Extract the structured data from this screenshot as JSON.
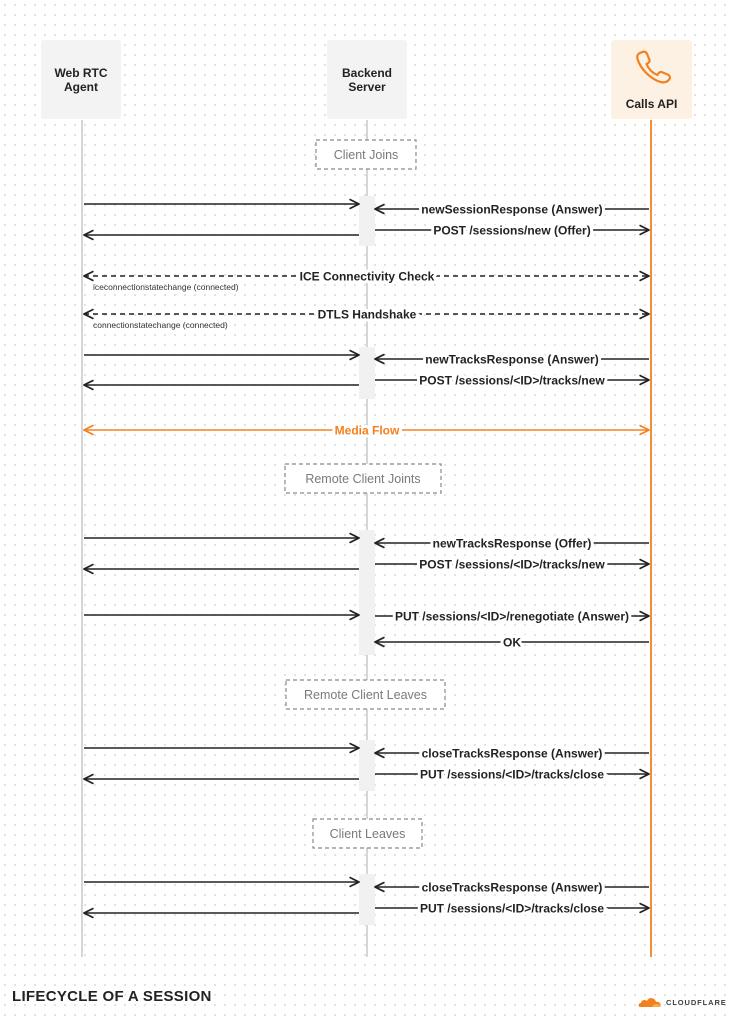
{
  "colors": {
    "accent": "#f38020",
    "line": "#222222",
    "lifeline": "#c8c8c8",
    "label_box": "#f3f3f3",
    "calls_box": "#fdf1e3",
    "section_border": "#8a8a8a",
    "section_text": "#7a7a7a"
  },
  "participants": [
    {
      "id": "agent",
      "label_lines": [
        "Web RTC",
        "Agent"
      ]
    },
    {
      "id": "backend",
      "label_lines": [
        "Backend",
        "Server"
      ]
    },
    {
      "id": "calls",
      "label_lines": [
        "Calls API"
      ],
      "icon": "phone-icon"
    }
  ],
  "sections": [
    {
      "label": "Client Joins"
    },
    {
      "label": "Remote Client Joints"
    },
    {
      "label": "Remote Client Leaves"
    },
    {
      "label": "Client Leaves"
    }
  ],
  "messages": [
    {
      "from": "agent",
      "to": "backend",
      "label": ""
    },
    {
      "from": "backend",
      "to": "calls",
      "label": "POST /sessions/new (Offer)"
    },
    {
      "from": "calls",
      "to": "backend",
      "label": "newSessionResponse (Answer)"
    },
    {
      "from": "backend",
      "to": "agent",
      "label": ""
    },
    {
      "from": "agent",
      "to": "calls",
      "label": "ICE Connectivity Check",
      "style": "dashed-both",
      "note": "iceconnectionstatechange (connected)"
    },
    {
      "from": "agent",
      "to": "calls",
      "label": "DTLS Handshake",
      "style": "dashed-both",
      "note": "connectionstatechange (connected)"
    },
    {
      "from": "agent",
      "to": "backend",
      "label": ""
    },
    {
      "from": "backend",
      "to": "calls",
      "label": "POST /sessions/<ID>/tracks/new"
    },
    {
      "from": "calls",
      "to": "backend",
      "label": "newTracksResponse (Answer)"
    },
    {
      "from": "backend",
      "to": "agent",
      "label": ""
    },
    {
      "from": "agent",
      "to": "calls",
      "label": "Media Flow",
      "style": "orange-both"
    },
    {
      "from": "agent",
      "to": "backend",
      "label": ""
    },
    {
      "from": "backend",
      "to": "calls",
      "label": "POST /sessions/<ID>/tracks/new"
    },
    {
      "from": "calls",
      "to": "backend",
      "label": "newTracksResponse (Offer)"
    },
    {
      "from": "backend",
      "to": "agent",
      "label": ""
    },
    {
      "from": "agent",
      "to": "backend",
      "label": ""
    },
    {
      "from": "backend",
      "to": "calls",
      "label": "PUT /sessions/<ID>/renegotiate (Answer)"
    },
    {
      "from": "calls",
      "to": "backend",
      "label": "OK"
    },
    {
      "from": "agent",
      "to": "backend",
      "label": ""
    },
    {
      "from": "backend",
      "to": "calls",
      "label": "PUT /sessions/<ID>/tracks/close"
    },
    {
      "from": "calls",
      "to": "backend",
      "label": "closeTracksResponse (Answer)"
    },
    {
      "from": "backend",
      "to": "agent",
      "label": ""
    },
    {
      "from": "agent",
      "to": "backend",
      "label": ""
    },
    {
      "from": "backend",
      "to": "calls",
      "label": "PUT /sessions/<ID>/tracks/close"
    },
    {
      "from": "calls",
      "to": "backend",
      "label": "closeTracksResponse (Answer)"
    },
    {
      "from": "backend",
      "to": "agent",
      "label": ""
    }
  ],
  "footer": {
    "title": "LIFECYCLE OF A SESSION",
    "logo_text": "CLOUDFLARE",
    "logo_icon": "cloud-icon"
  }
}
